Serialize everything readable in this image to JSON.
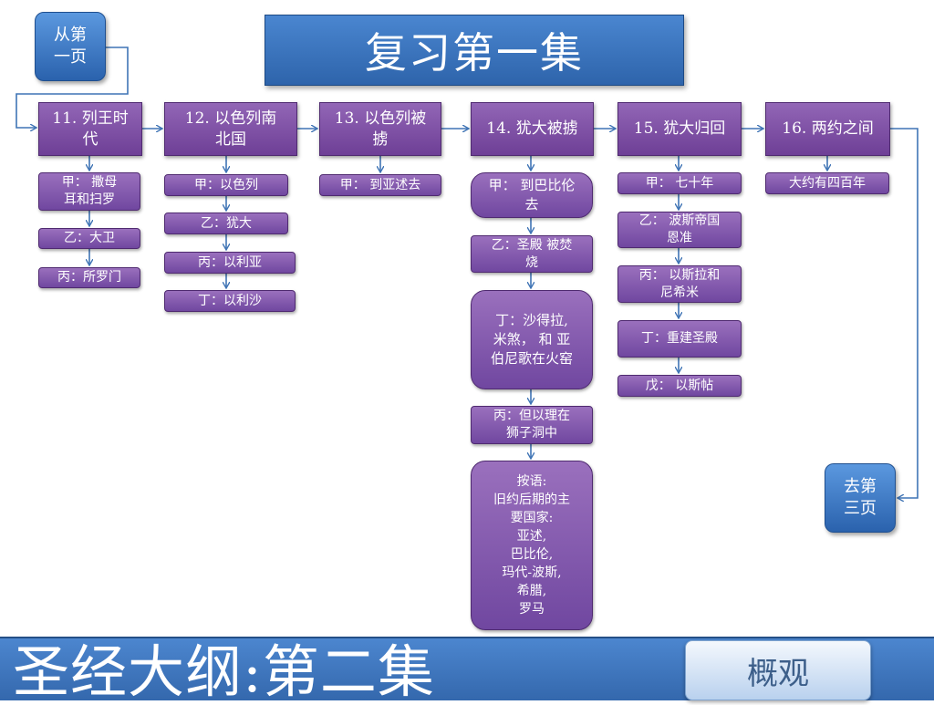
{
  "nav": {
    "prev_page": "从第\n一页",
    "next_page": "去第\n三页"
  },
  "title": "复习第一集",
  "columns": [
    {
      "heading": "11. 列王时\n代",
      "items": [
        "甲： 撒母\n耳和扫罗",
        "乙：大卫",
        "丙：所罗门"
      ]
    },
    {
      "heading": "12. 以色列南\n北国",
      "items": [
        "甲：以色列",
        "乙：犹大",
        "丙：以利亚",
        "丁：以利沙"
      ]
    },
    {
      "heading": "13. 以色列被\n掳",
      "items": [
        "甲： 到亚述去"
      ]
    },
    {
      "heading": "14. 犹大被掳",
      "items": [
        "甲： 到巴比伦\n去",
        "乙：圣殿 被焚\n烧",
        "丁：沙得拉,\n米煞， 和 亚\n伯尼歌在火窑",
        "丙：但以理在\n狮子洞中"
      ]
    },
    {
      "heading": "15. 犹大归回",
      "items": [
        "甲： 七十年",
        "乙： 波斯帝国\n恩准",
        "丙： 以斯拉和\n尼希米",
        "丁：重建圣殿",
        "戊： 以斯帖"
      ]
    },
    {
      "heading": "16. 两约之间",
      "items": [
        "大约有四百年"
      ]
    }
  ],
  "note": {
    "label": "按语:",
    "lines": [
      "旧约后期的主",
      "要国家:",
      "亚述,",
      "巴比伦,",
      "玛代-波斯,",
      "希腊,",
      "罗马"
    ]
  },
  "footer": {
    "title": "圣经大纲:第二集",
    "overview_button": "概观"
  },
  "colors": {
    "nav_blue": "#3a74c2",
    "box_purple": "#7c4fa5",
    "connector": "#3f74b5",
    "footer_blue": "#4478bf"
  }
}
